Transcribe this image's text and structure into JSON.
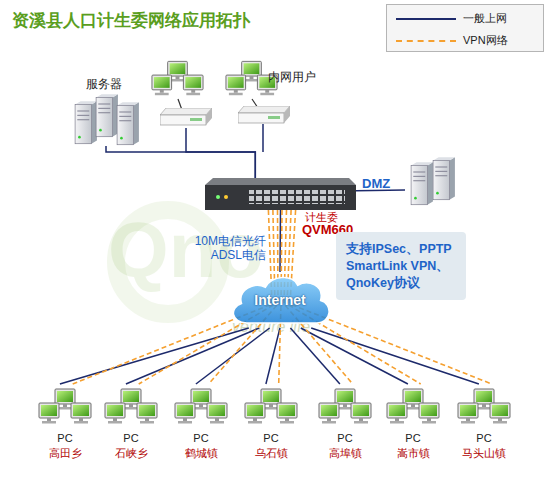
{
  "diagram": {
    "title": "资溪县人口计生委网络应用拓扑",
    "nodes": [
      {
        "text": [
          "服务器"
        ]
      },
      {
        "text": [
          "内网用户"
        ]
      },
      {
        "text": [
          "DMZ"
        ]
      },
      {
        "text": [
          "计生委",
          "QVM660"
        ]
      },
      {
        "text": [
          "支持IPSec、PPTP SmartLink VPN、QnoKey协议"
        ]
      },
      {
        "text": [
          "Internet"
        ]
      },
      {
        "text": [
          "PC",
          "高田乡"
        ]
      },
      {
        "text": [
          "PC",
          "石峡乡"
        ]
      },
      {
        "text": [
          "PC",
          "鹤城镇"
        ]
      },
      {
        "text": [
          "PC",
          "乌石镇"
        ]
      },
      {
        "text": [
          "PC",
          "高埠镇"
        ]
      },
      {
        "text": [
          "PC",
          "嵩市镇"
        ]
      },
      {
        "text": [
          "PC",
          "马头山镇"
        ]
      }
    ],
    "edges": [
      {
        "from": 3,
        "to": 5,
        "arrow": "none",
        "label": "10M电信光纤 ADSL电信"
      },
      {
        "from": 5,
        "to": 6,
        "arrow": "none"
      },
      {
        "from": 5,
        "to": 7,
        "arrow": "none"
      },
      {
        "from": 5,
        "to": 8,
        "arrow": "none"
      },
      {
        "from": 5,
        "to": 9,
        "arrow": "none"
      },
      {
        "from": 5,
        "to": 10,
        "arrow": "none"
      },
      {
        "from": 5,
        "to": 11,
        "arrow": "none"
      },
      {
        "from": 5,
        "to": 12,
        "arrow": "none"
      },
      {
        "from": 3,
        "to": 6,
        "arrow": "none"
      },
      {
        "from": 3,
        "to": 7,
        "arrow": "none"
      },
      {
        "from": 3,
        "to": 8,
        "arrow": "none"
      },
      {
        "from": 3,
        "to": 9,
        "arrow": "none"
      },
      {
        "from": 3,
        "to": 10,
        "arrow": "none"
      },
      {
        "from": 3,
        "to": 11,
        "arrow": "none"
      },
      {
        "from": 3,
        "to": 12,
        "arrow": "none"
      },
      {
        "from": 3,
        "to": 0,
        "arrow": "none"
      },
      {
        "from": 3,
        "to": 1,
        "arrow": "none"
      },
      {
        "from": 3,
        "to": 2,
        "arrow": "none"
      }
    ],
    "labels": [
      "Qno",
      "venture life"
    ],
    "legend": [
      {
        "text": "一般上网"
      },
      {
        "text": "VPN网络"
      }
    ]
  }
}
